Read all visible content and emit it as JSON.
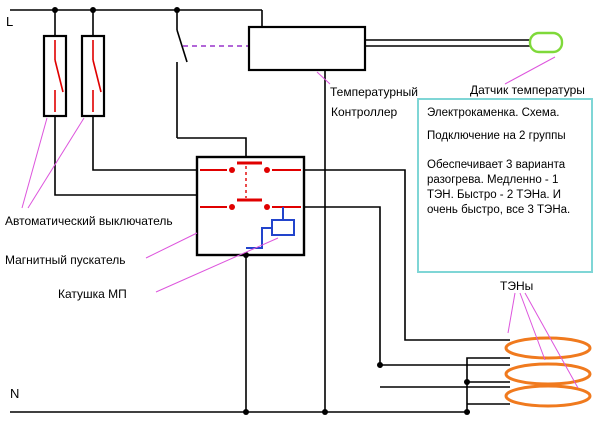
{
  "bus": {
    "l": "L",
    "n": "N"
  },
  "labels": {
    "controller_1": "Температурный",
    "controller_2": "Контроллер",
    "sensor": "Датчик температуры",
    "breaker": "Автоматический выключатель",
    "contactor": "Магнитный пускатель",
    "coil": "Катушка МП",
    "heaters": "ТЭНы"
  },
  "note": {
    "title": "Электрокаменка. Схема.",
    "line2": "Подключение на 2 группы",
    "line3": "Обеспечивает 3 варианта разогрева. Медленно - 1 ТЭН. Быстро - 2 ТЭНа.  И очень быстро, все 3 ТЭНа."
  },
  "colors": {
    "wire": "#000000",
    "contact": "#e00000",
    "coil": "#2244cc",
    "heater": "#f07a1e",
    "sensor": "#7fd93a",
    "leader": "#dd55dd",
    "note_border": "#7fd6d6"
  }
}
